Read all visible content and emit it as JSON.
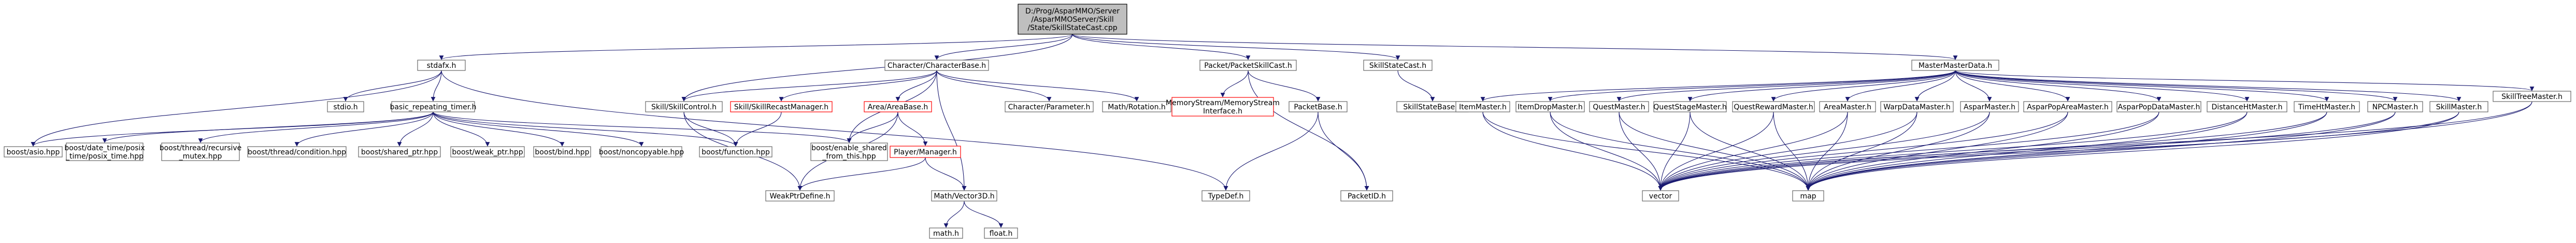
{
  "diagram": {
    "nodes": [
      {
        "id": "root",
        "lines": [
          "D:/Prog/AsparMMO/Server",
          "/AsparMMOServer/Skill",
          "/State/SkillStateCast.cpp"
        ],
        "kind": "root"
      },
      {
        "id": "stdafx",
        "lines": [
          "stdafx.h"
        ]
      },
      {
        "id": "stdio",
        "lines": [
          "stdio.h"
        ]
      },
      {
        "id": "brt",
        "lines": [
          "basic_repeating_timer.h"
        ]
      },
      {
        "id": "boost_asio",
        "lines": [
          "boost/asio.hpp"
        ]
      },
      {
        "id": "boost_posix",
        "lines": [
          "boost/date_time/posix",
          "_time/posix_time.hpp"
        ]
      },
      {
        "id": "boost_mutex",
        "lines": [
          "boost/thread/recursive",
          "_mutex.hpp"
        ]
      },
      {
        "id": "boost_cond",
        "lines": [
          "boost/thread/condition.hpp"
        ]
      },
      {
        "id": "boost_shared",
        "lines": [
          "boost/shared_ptr.hpp"
        ]
      },
      {
        "id": "boost_weak",
        "lines": [
          "boost/weak_ptr.hpp"
        ]
      },
      {
        "id": "boost_bind",
        "lines": [
          "boost/bind.hpp"
        ]
      },
      {
        "id": "boost_noncopy",
        "lines": [
          "boost/noncopyable.hpp"
        ]
      },
      {
        "id": "boost_func",
        "lines": [
          "boost/function.hpp"
        ]
      },
      {
        "id": "boost_esft",
        "lines": [
          "boost/enable_shared",
          "_from_this.hpp"
        ]
      },
      {
        "id": "charbase",
        "lines": [
          "Character/CharacterBase.h"
        ]
      },
      {
        "id": "skillcontrol",
        "lines": [
          "Skill/SkillControl.h"
        ]
      },
      {
        "id": "skillrecast",
        "lines": [
          "Skill/SkillRecastManager.h"
        ],
        "kind": "red"
      },
      {
        "id": "areabase",
        "lines": [
          "Area/AreaBase.h"
        ],
        "kind": "red"
      },
      {
        "id": "playermgr",
        "lines": [
          "Player/Manager.h"
        ],
        "kind": "red"
      },
      {
        "id": "weakptr",
        "lines": [
          "WeakPtrDefine.h"
        ]
      },
      {
        "id": "charparam",
        "lines": [
          "Character/Parameter.h"
        ]
      },
      {
        "id": "mathrot",
        "lines": [
          "Math/Rotation.h"
        ]
      },
      {
        "id": "mathvec",
        "lines": [
          "Math/Vector3D.h"
        ]
      },
      {
        "id": "mathh",
        "lines": [
          "math.h"
        ]
      },
      {
        "id": "floath",
        "lines": [
          "float.h"
        ]
      },
      {
        "id": "typedef",
        "lines": [
          "TypeDef.h"
        ]
      },
      {
        "id": "packetskill",
        "lines": [
          "Packet/PacketSkillCast.h"
        ]
      },
      {
        "id": "memstream",
        "lines": [
          "MemoryStream/MemoryStream",
          "Interface.h"
        ],
        "kind": "red"
      },
      {
        "id": "packetbase",
        "lines": [
          "PacketBase.h"
        ]
      },
      {
        "id": "packetid",
        "lines": [
          "PacketID.h"
        ]
      },
      {
        "id": "skillstatecast",
        "lines": [
          "SkillStateCast.h"
        ]
      },
      {
        "id": "skillstatebase",
        "lines": [
          "SkillStateBase.h"
        ]
      },
      {
        "id": "masterdata",
        "lines": [
          "MasterMasterData.h"
        ]
      },
      {
        "id": "itemmaster",
        "lines": [
          "ItemMaster.h"
        ]
      },
      {
        "id": "itemdrop",
        "lines": [
          "ItemDropMaster.h"
        ]
      },
      {
        "id": "questmaster",
        "lines": [
          "QuestMaster.h"
        ]
      },
      {
        "id": "queststage",
        "lines": [
          "QuestStageMaster.h"
        ]
      },
      {
        "id": "questreward",
        "lines": [
          "QuestRewardMaster.h"
        ]
      },
      {
        "id": "areamaster",
        "lines": [
          "AreaMaster.h"
        ]
      },
      {
        "id": "warpdata",
        "lines": [
          "WarpDataMaster.h"
        ]
      },
      {
        "id": "asparmaster",
        "lines": [
          "AsparMaster.h"
        ]
      },
      {
        "id": "asparpopare",
        "lines": [
          "AsparPopAreaMaster.h"
        ]
      },
      {
        "id": "asparpopdata",
        "lines": [
          "AsparPopDataMaster.h"
        ]
      },
      {
        "id": "distanceht",
        "lines": [
          "DistanceHtMaster.h"
        ]
      },
      {
        "id": "timeht",
        "lines": [
          "TimeHtMaster.h"
        ]
      },
      {
        "id": "npcmaster",
        "lines": [
          "NPCMaster.h"
        ]
      },
      {
        "id": "skillmaster",
        "lines": [
          "SkillMaster.h"
        ]
      },
      {
        "id": "skilltree",
        "lines": [
          "SkillTreeMaster.h"
        ]
      },
      {
        "id": "vector",
        "lines": [
          "vector"
        ]
      },
      {
        "id": "map",
        "lines": [
          "map"
        ]
      }
    ]
  }
}
